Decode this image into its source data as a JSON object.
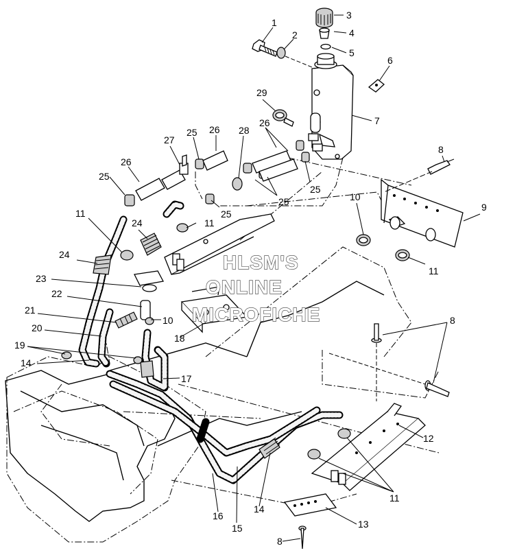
{
  "watermark": {
    "lines": [
      "HLSM'S",
      "ONLINE",
      "MICROFICHE"
    ]
  },
  "callouts": {
    "c1": "1",
    "c2": "2",
    "c3": "3",
    "c4": "4",
    "c5": "5",
    "c6": "6",
    "c7": "7",
    "c8a": "8",
    "c8b": "8",
    "c8c": "8",
    "c9": "9",
    "c10a": "10",
    "c10b": "10",
    "c11a": "11",
    "c11b": "11",
    "c11c": "11",
    "c11d": "11",
    "c12": "12",
    "c13": "13",
    "c14a": "14",
    "c14b": "14",
    "c15": "15",
    "c16": "16",
    "c17": "17",
    "c18": "18",
    "c19": "19",
    "c20": "20",
    "c21": "21",
    "c22": "22",
    "c23": "23",
    "c24a": "24",
    "c24b": "24",
    "c25a": "25",
    "c25b": "25",
    "c25c": "25",
    "c25d": "25",
    "c25e": "25",
    "c26a": "26",
    "c26b": "26",
    "c26c": "26",
    "c27": "27",
    "c28": "28",
    "c29": "29"
  }
}
